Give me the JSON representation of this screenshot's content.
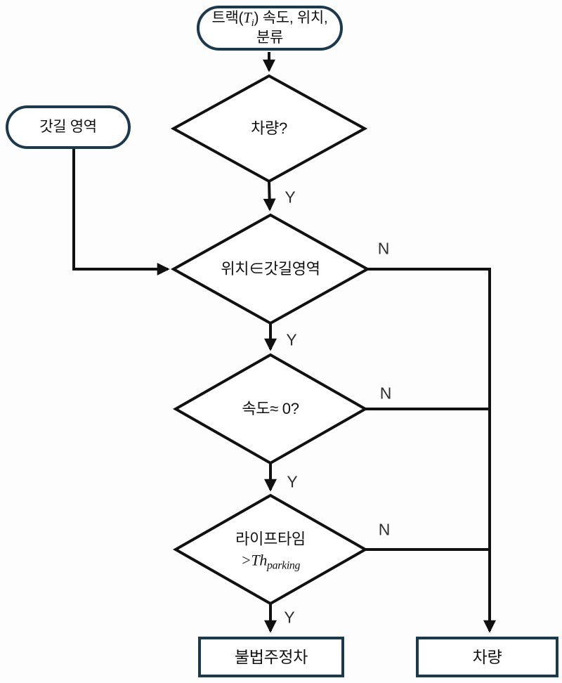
{
  "diagram": {
    "nodes": {
      "start": {
        "line1_prefix": "트랙(",
        "var": "T",
        "var_sub": "i",
        "line1_suffix": ") 속도, 위치,",
        "line2": "분류"
      },
      "shoulder_area": {
        "label": "갓길 영역"
      },
      "decision_vehicle": {
        "label": "차량?"
      },
      "decision_position": {
        "label": "위치∈갓길영역"
      },
      "decision_speed": {
        "label": "속도≈ 0?"
      },
      "decision_lifetime": {
        "line1": "라이프타임",
        "expr_prefix": ">Th",
        "expr_sub": "parking"
      },
      "result_illegal_parking": {
        "label": "불법주정차"
      },
      "result_vehicle": {
        "label": "차량"
      }
    },
    "edge_labels": {
      "yes": "Y",
      "no": "N"
    },
    "colors": {
      "node_border": "#1b3a4e",
      "line": "#111111",
      "label_text": "#2e2e2e",
      "background": "#fdfdfd"
    }
  }
}
